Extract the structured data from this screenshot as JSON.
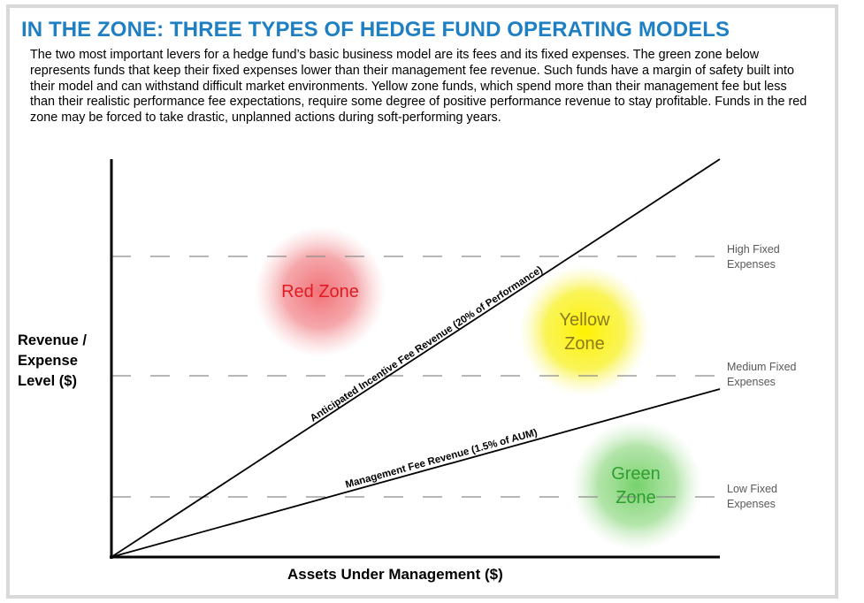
{
  "title": "IN THE ZONE: THREE TYPES OF HEDGE FUND OPERATING MODELS",
  "intro": "The two most important levers for a hedge fund’s basic business model are its fees and its fixed expenses. The green zone below represents funds that keep their fixed expenses lower than their management fee revenue. Such funds have a margin of safety built into their model and can withstand difficult market environments. Yellow zone funds, which spend more than their management fee but less than their realistic performance fee expectations, require some degree of positive performance revenue to stay profitable. Funds in the red zone may be forced to take drastic, unplanned actions during soft-performing years.",
  "axes": {
    "y_label": "Revenue / Expense Level ($)",
    "x_label": "Assets Under Management ($)"
  },
  "lines": {
    "incentive": "Anticipated Incentive Fee Revenue (20% of Performance)",
    "management": "Management Fee Revenue (1.5% of AUM)"
  },
  "expense_levels": {
    "high": "High Fixed Expenses",
    "medium": "Medium Fixed Expenses",
    "low": "Low Fixed Expenses"
  },
  "zones": {
    "red": "Red Zone",
    "yellow": "Yellow Zone",
    "green": "Green Zone"
  },
  "colors": {
    "title": "#1f7fc3",
    "red_zone": "#e8303a",
    "yellow_zone": "#f5ee1f",
    "green_zone": "#5cc257",
    "red_text": "#e01b24",
    "yellow_text": "#8a7b1a",
    "green_text": "#2f9e2f"
  }
}
